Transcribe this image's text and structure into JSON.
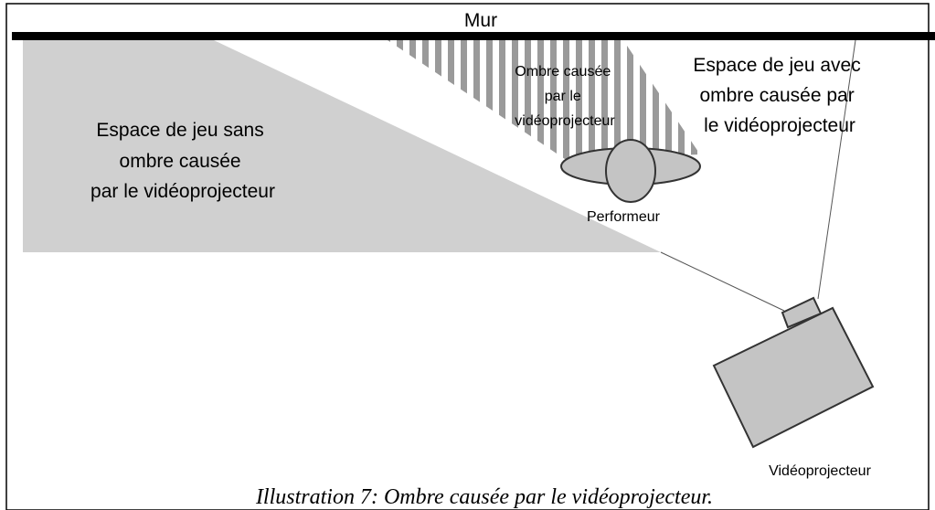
{
  "diagram": {
    "wall_label": "Mur",
    "no_shadow_zone_lines": [
      "Espace de jeu sans",
      "ombre causée",
      "par le vidéoprojecteur"
    ],
    "shadow_label_lines": [
      "Ombre causée",
      "par le",
      "vidéoprojecteur"
    ],
    "shadow_zone_lines": [
      "Espace de jeu avec",
      "ombre causée par",
      "le vidéoprojecteur"
    ],
    "performer_label": "Performeur",
    "projector_label": "Vidéoprojecteur"
  },
  "caption": "Illustration 7: Ombre causée par le vidéoprojecteur.",
  "colors": {
    "wall": "#000000",
    "zone_fill": "#d0d0d0",
    "shape_fill": "#c4c4c4",
    "shape_stroke": "#333333",
    "hatch": "#9a9a9a"
  }
}
